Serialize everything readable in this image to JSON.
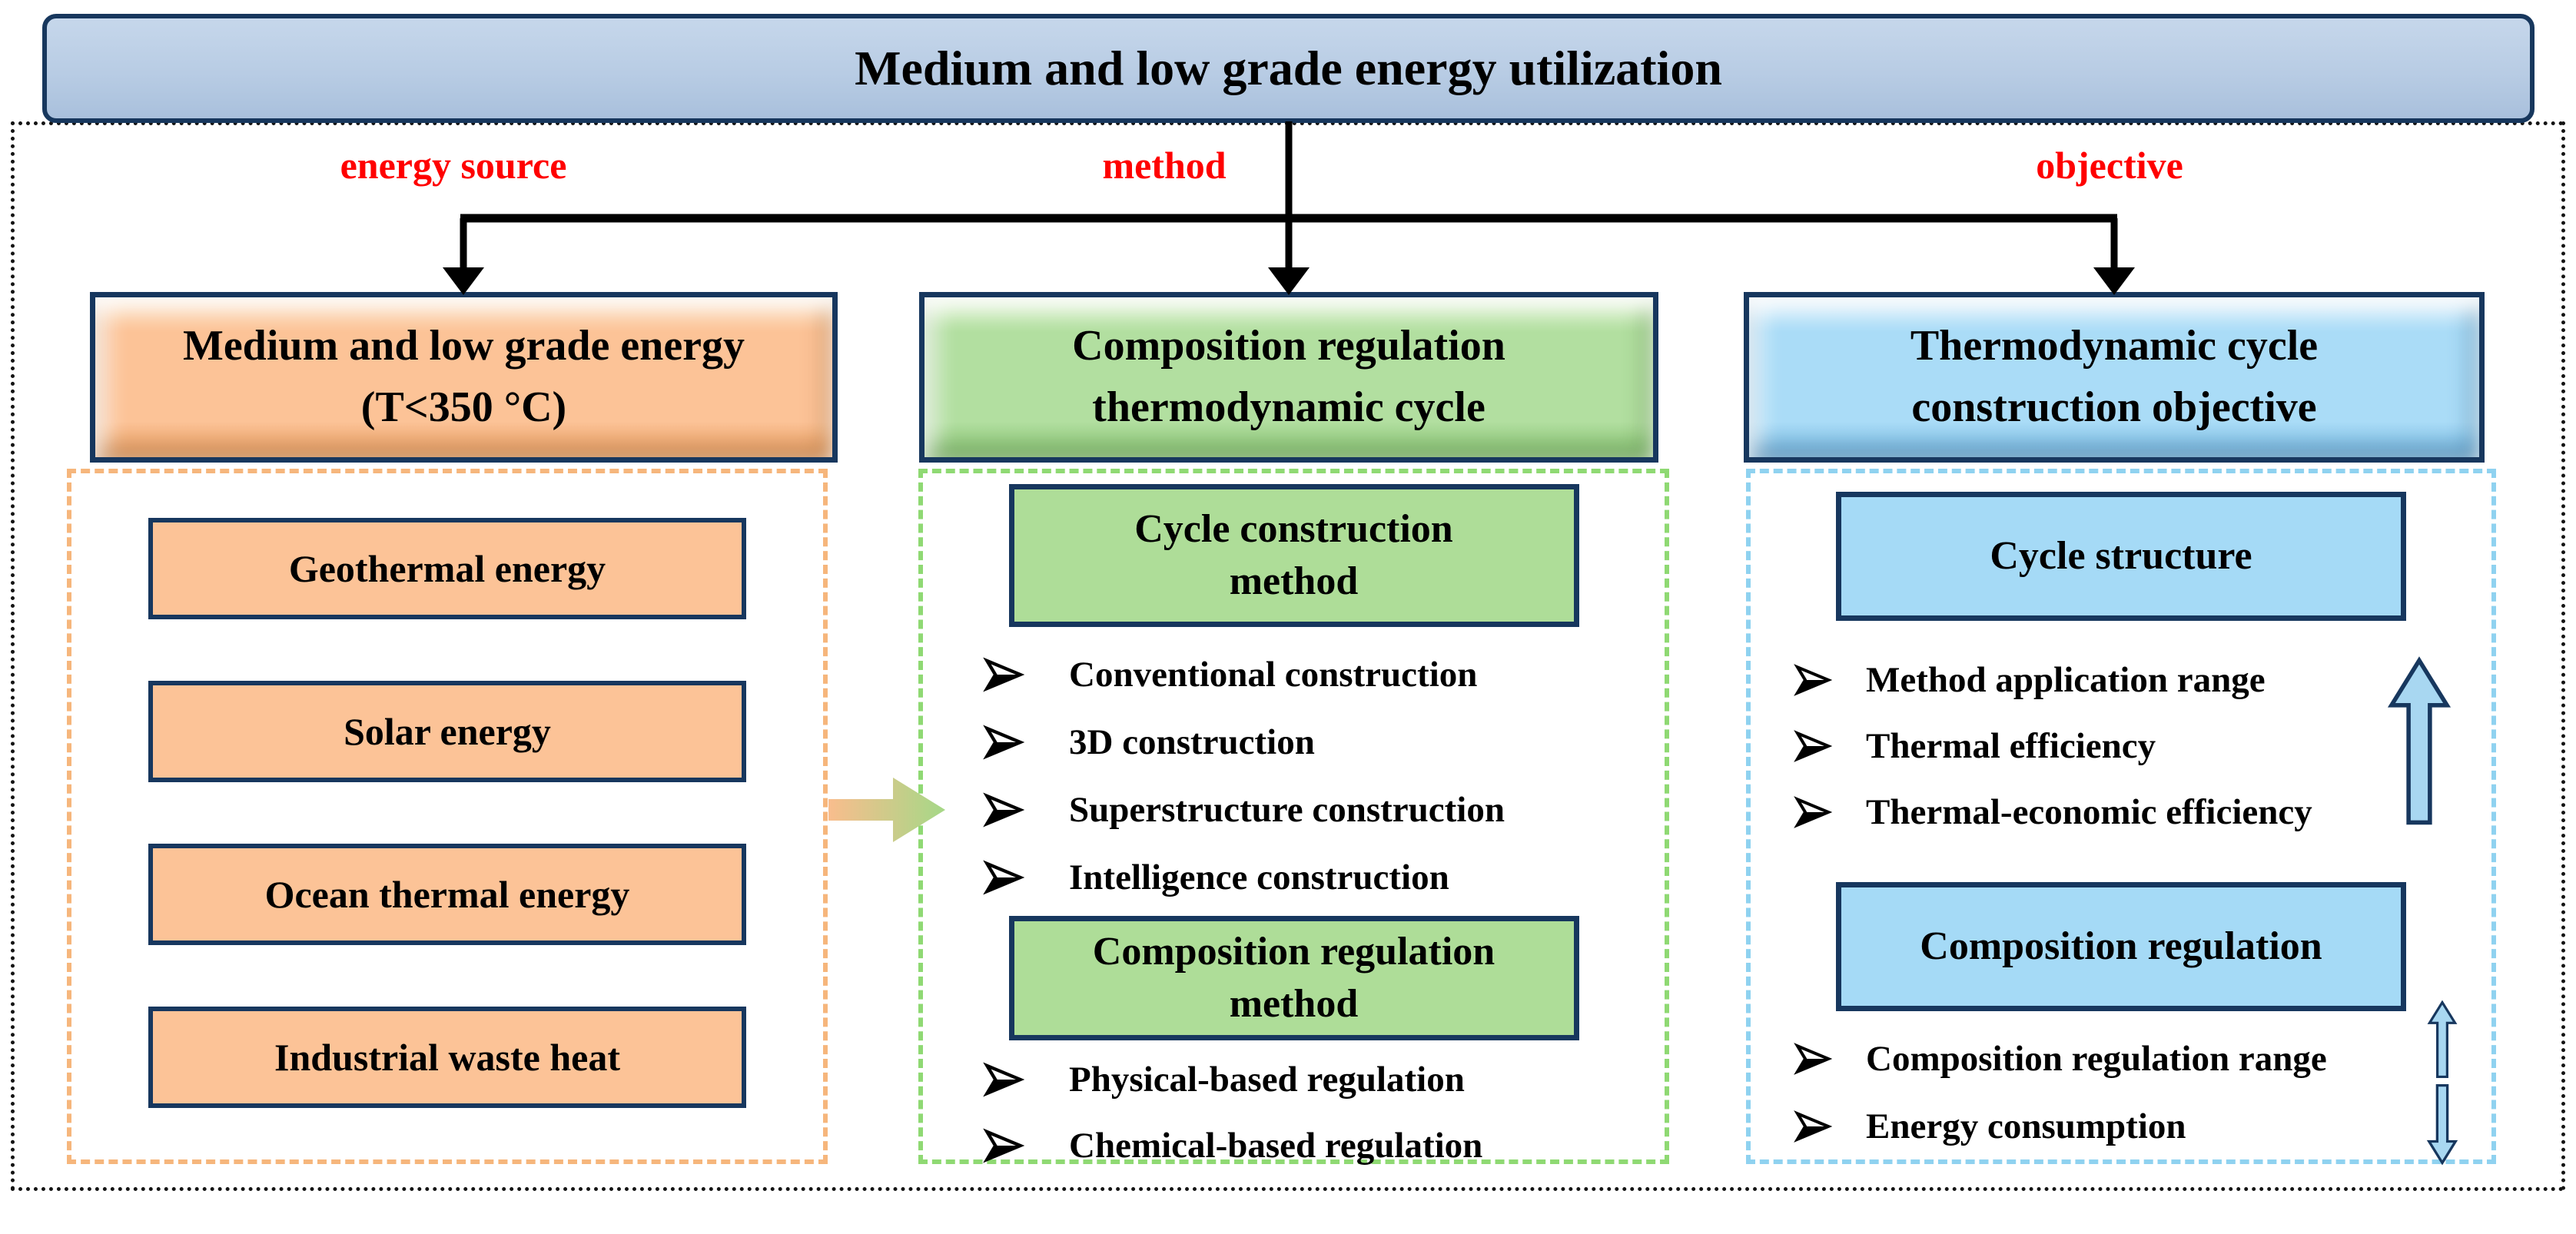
{
  "title": "Medium and low grade energy utilization",
  "branch_labels": {
    "left": "energy source",
    "middle": "method",
    "right": "objective"
  },
  "columns": {
    "energy_source": {
      "header_line1": "Medium and low grade energy",
      "header_line2": "(T<350 °C)",
      "items": [
        "Geothermal energy",
        "Solar energy",
        "Ocean thermal energy",
        "Industrial waste heat"
      ]
    },
    "method": {
      "header_line1": "Composition regulation",
      "header_line2": "thermodynamic cycle",
      "sections": [
        {
          "heading_line1": "Cycle construction",
          "heading_line2": "method",
          "bullets": [
            "Conventional construction",
            "3D construction",
            "Superstructure construction",
            "Intelligence construction"
          ]
        },
        {
          "heading_line1": "Composition regulation",
          "heading_line2": "method",
          "bullets": [
            "Physical-based regulation",
            "Chemical-based regulation"
          ]
        }
      ]
    },
    "objective": {
      "header_line1": "Thermodynamic cycle",
      "header_line2": "construction objective",
      "sections": [
        {
          "heading": "Cycle structure",
          "bullets": [
            "Method application range",
            "Thermal efficiency",
            "Thermal-economic efficiency"
          ],
          "trend_arrow": "up"
        },
        {
          "heading": "Composition regulation",
          "bullets": [
            "Composition regulation range",
            "Energy consumption"
          ],
          "trend_arrows": [
            "up",
            "down"
          ]
        }
      ]
    }
  },
  "colors": {
    "header_fill": "#b8cce4",
    "navy_border": "#17375e",
    "orange_fill": "#fcc397",
    "green_fill": "#b2dfa0",
    "blue_fill": "#aadcf7",
    "orange_dash": "#f6b67c",
    "green_dash": "#8fd973",
    "blue_dash": "#8fd2f0",
    "label_red": "#ff0000",
    "connector_black": "#000000",
    "arrow_gradient_start": "#f9bd8d",
    "arrow_gradient_end": "#a5d887"
  }
}
